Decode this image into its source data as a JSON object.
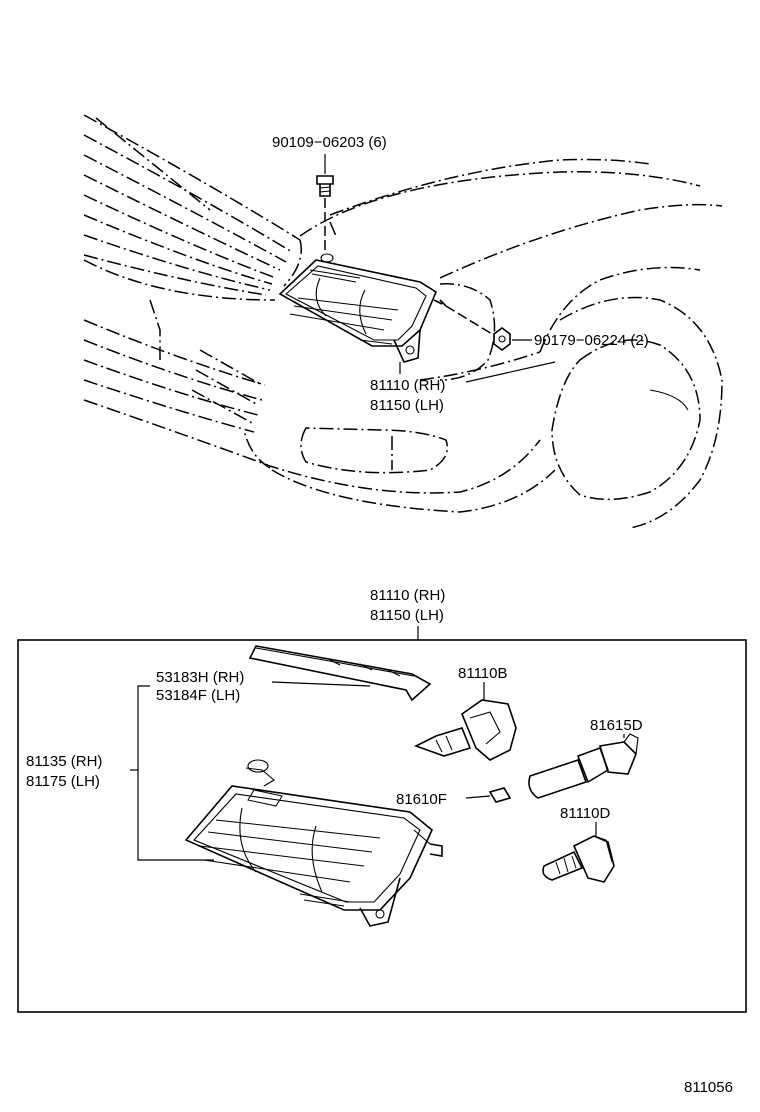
{
  "top_view": {
    "bolt_label": "90109−06203 (6)",
    "nut_label": "90179−06224 (2)",
    "assembly_rh": "81110 (RH)",
    "assembly_lh": "81150 (LH)"
  },
  "detail_view": {
    "assembly_rh": "81110 (RH)",
    "assembly_lh": "81150 (LH)",
    "strip_rh": "53183H (RH)",
    "strip_lh": "53184F (LH)",
    "unit_rh": "81135 (RH)",
    "unit_lh": "81175 (LH)",
    "bulb_main": "81110B",
    "bulb_socket": "81615D",
    "bulb_small": "81610F",
    "bulb_hb": "81110D"
  },
  "figure_number": "811056"
}
